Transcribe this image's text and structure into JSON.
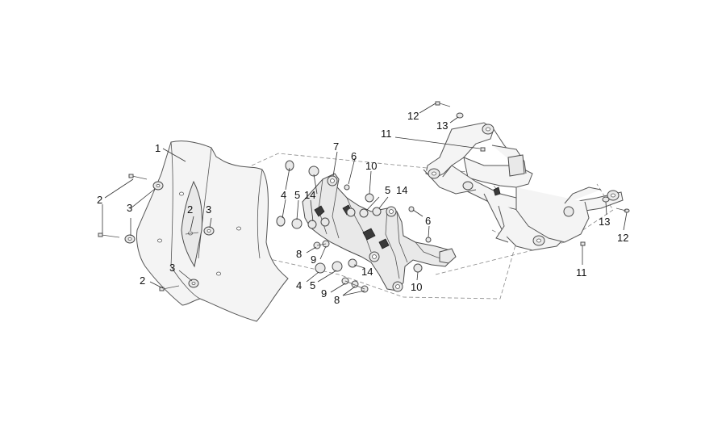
{
  "callouts": [
    {
      "id": "c1",
      "label": "1"
    },
    {
      "id": "c2a",
      "label": "2"
    },
    {
      "id": "c2b",
      "label": "2"
    },
    {
      "id": "c2c",
      "label": "2"
    },
    {
      "id": "c3a",
      "label": "3"
    },
    {
      "id": "c3b",
      "label": "3"
    },
    {
      "id": "c3c",
      "label": "3"
    },
    {
      "id": "c4a",
      "label": "4"
    },
    {
      "id": "c4b",
      "label": "4"
    },
    {
      "id": "c5a",
      "label": "5"
    },
    {
      "id": "c5b",
      "label": "5"
    },
    {
      "id": "c5c",
      "label": "5"
    },
    {
      "id": "c6a",
      "label": "6"
    },
    {
      "id": "c6b",
      "label": "6"
    },
    {
      "id": "c7",
      "label": "7"
    },
    {
      "id": "c8a",
      "label": "8"
    },
    {
      "id": "c8b",
      "label": "8"
    },
    {
      "id": "c9a",
      "label": "9"
    },
    {
      "id": "c9b",
      "label": "9"
    },
    {
      "id": "c10a",
      "label": "10"
    },
    {
      "id": "c10b",
      "label": "10"
    },
    {
      "id": "c11a",
      "label": "11"
    },
    {
      "id": "c11b",
      "label": "11"
    },
    {
      "id": "c12a",
      "label": "12"
    },
    {
      "id": "c12b",
      "label": "12"
    },
    {
      "id": "c13a",
      "label": "13"
    },
    {
      "id": "c13b",
      "label": "13"
    },
    {
      "id": "c14a",
      "label": "14"
    },
    {
      "id": "c14b",
      "label": "14"
    },
    {
      "id": "c14c",
      "label": "14"
    }
  ]
}
